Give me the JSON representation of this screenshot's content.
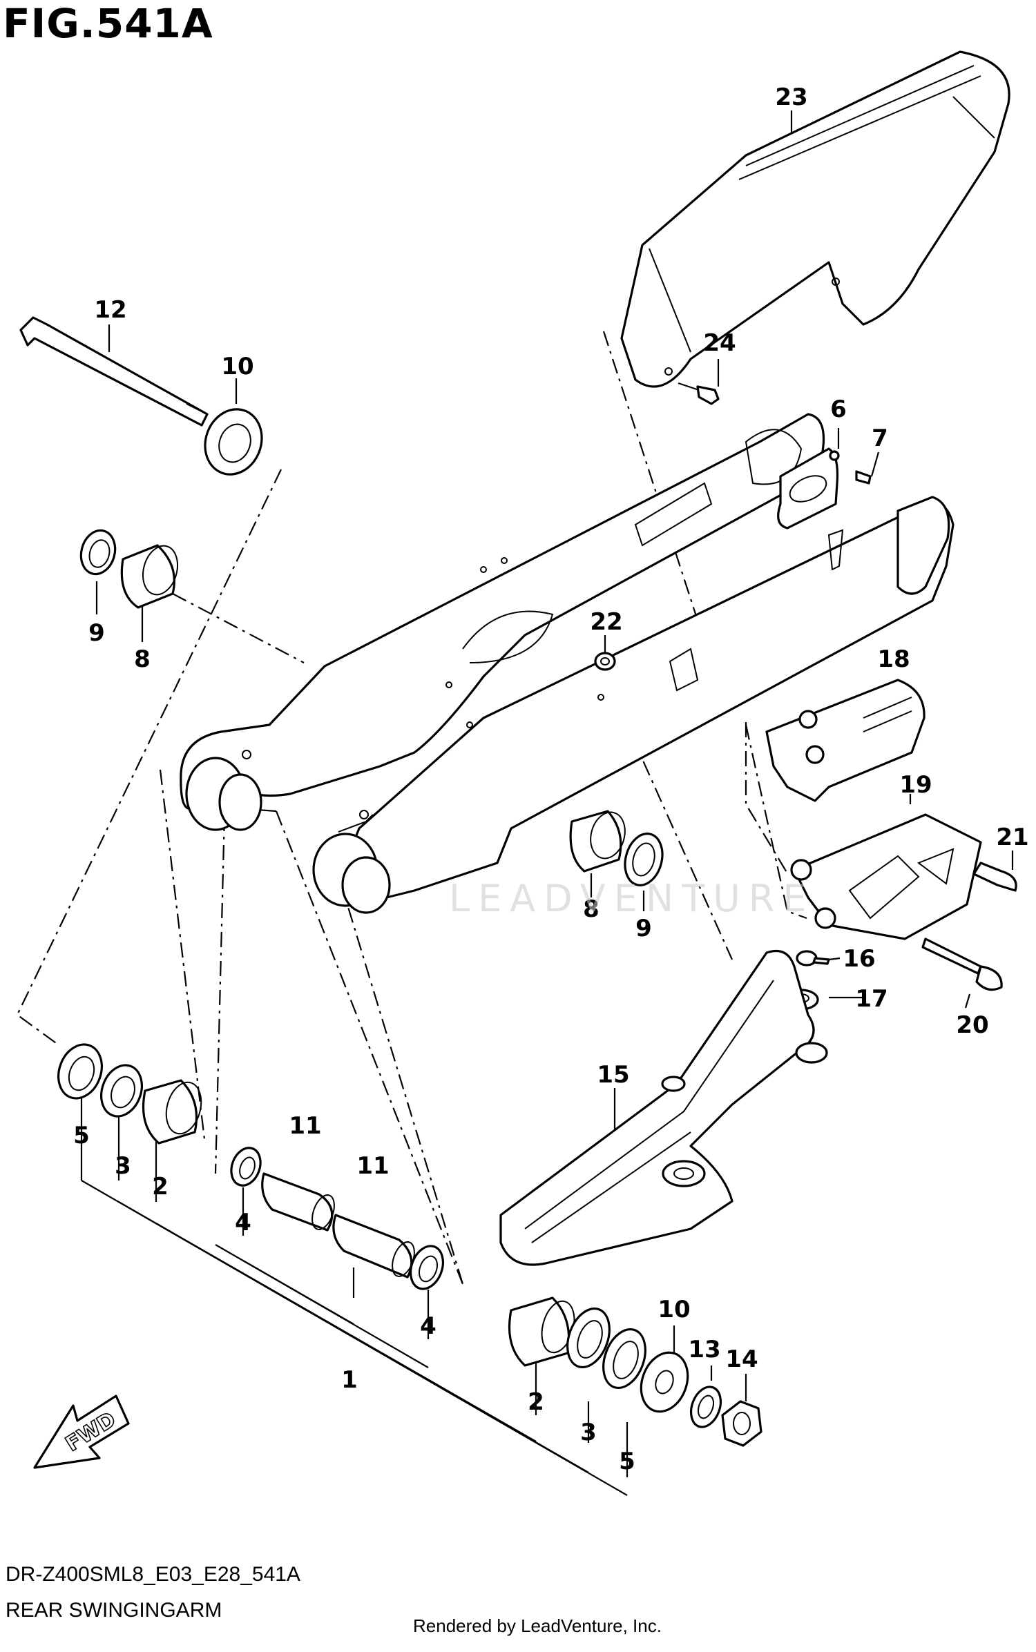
{
  "figure": {
    "title": "FIG.541A",
    "model_code": "DR-Z400SML8_E03_E28_541A",
    "section": "REAR SWINGINGARM",
    "rendered_by": "Rendered by LeadVenture, Inc.",
    "watermark": "LEADVENTURE",
    "fwd_label": "FWD"
  },
  "callouts": [
    {
      "id": "c1",
      "label": "1"
    },
    {
      "id": "c2a",
      "label": "2"
    },
    {
      "id": "c2b",
      "label": "2"
    },
    {
      "id": "c3a",
      "label": "3"
    },
    {
      "id": "c3b",
      "label": "3"
    },
    {
      "id": "c4a",
      "label": "4"
    },
    {
      "id": "c4b",
      "label": "4"
    },
    {
      "id": "c5a",
      "label": "5"
    },
    {
      "id": "c5b",
      "label": "5"
    },
    {
      "id": "c6",
      "label": "6"
    },
    {
      "id": "c7",
      "label": "7"
    },
    {
      "id": "c8a",
      "label": "8"
    },
    {
      "id": "c8b",
      "label": "8"
    },
    {
      "id": "c9a",
      "label": "9"
    },
    {
      "id": "c9b",
      "label": "9"
    },
    {
      "id": "c10a",
      "label": "10"
    },
    {
      "id": "c10b",
      "label": "10"
    },
    {
      "id": "c11a",
      "label": "11"
    },
    {
      "id": "c11b",
      "label": "11"
    },
    {
      "id": "c12",
      "label": "12"
    },
    {
      "id": "c13",
      "label": "13"
    },
    {
      "id": "c14",
      "label": "14"
    },
    {
      "id": "c15",
      "label": "15"
    },
    {
      "id": "c16",
      "label": "16"
    },
    {
      "id": "c17",
      "label": "17"
    },
    {
      "id": "c18",
      "label": "18"
    },
    {
      "id": "c19",
      "label": "19"
    },
    {
      "id": "c20",
      "label": "20"
    },
    {
      "id": "c21",
      "label": "21"
    },
    {
      "id": "c22",
      "label": "22"
    },
    {
      "id": "c23",
      "label": "23"
    },
    {
      "id": "c24",
      "label": "24"
    }
  ]
}
